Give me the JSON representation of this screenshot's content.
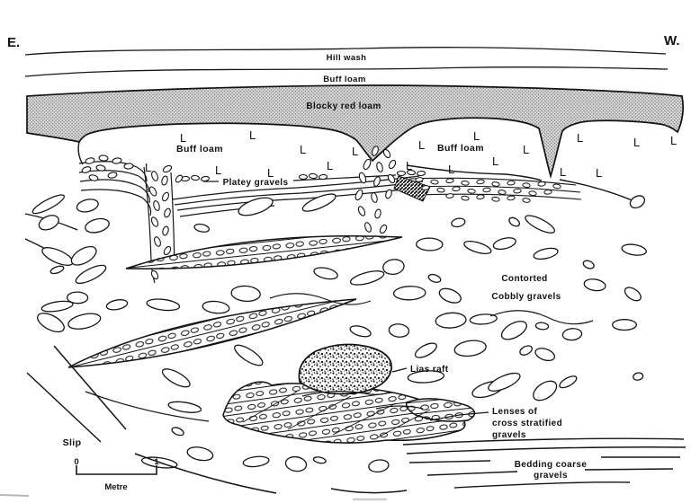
{
  "diagram": {
    "title_hint": "Geological cross-section sketch",
    "orientation": {
      "left": "E.",
      "right": "W."
    },
    "loam_symbol": "L",
    "labels": {
      "hill_wash": "Hill wash",
      "buff_loam_top": "Buff loam",
      "blocky_red_loam": "Blocky red loam",
      "buff_loam_left": "Buff loam",
      "buff_loam_right": "Buff loam",
      "platey_gravels": "Platey gravels",
      "contorted_line1": "Contorted",
      "contorted_line2": "Cobbly gravels",
      "lias_raft": "Lias raft",
      "lenses_line1": "Lenses of",
      "lenses_line2": "cross stratified",
      "lenses_line3": "gravels",
      "bedding_line1": "Bedding coarse",
      "bedding_line2": "gravels",
      "slip": "Slip"
    },
    "scale_bar": {
      "start": "0",
      "end": "1",
      "unit": "Metre"
    },
    "colors": {
      "ink": "#161616",
      "stipple_dot": "#7d7d7d",
      "stipple_bg": "#e3e3e3",
      "background": "#ffffff"
    }
  }
}
